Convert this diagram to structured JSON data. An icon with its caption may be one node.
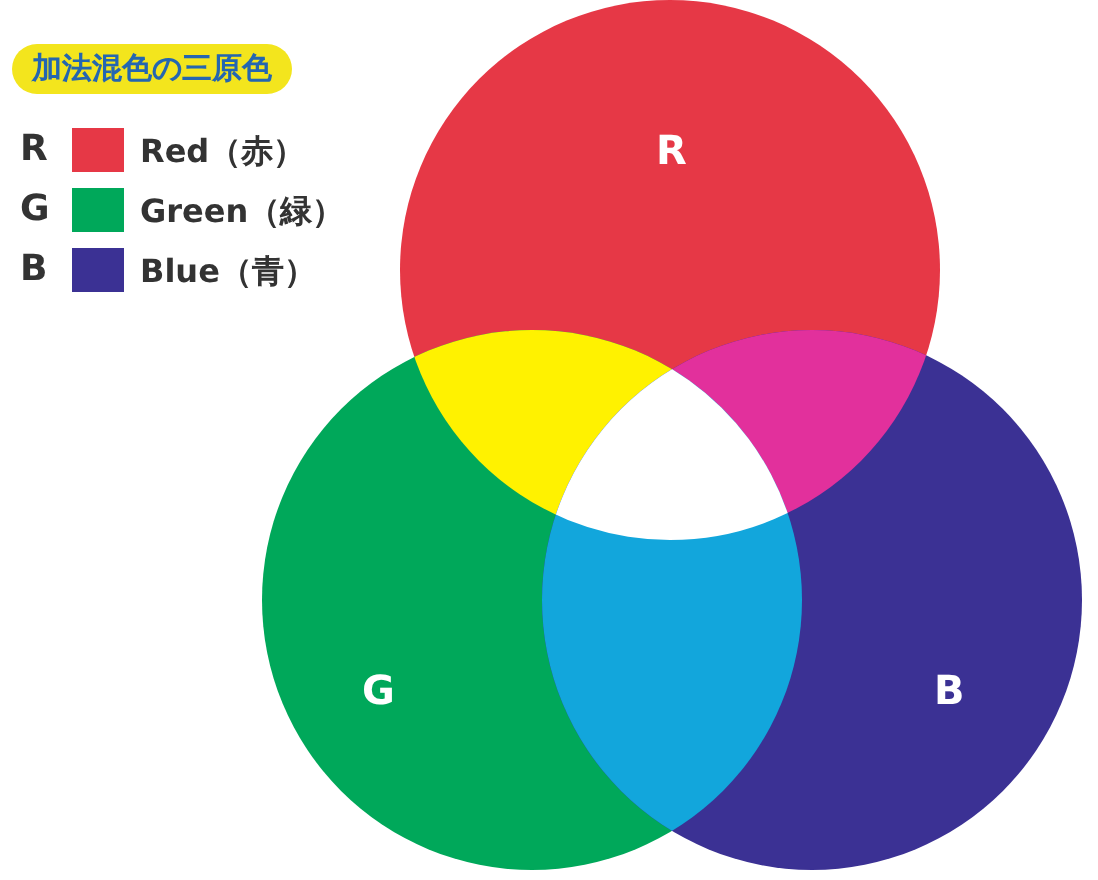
{
  "diagram": {
    "title": "加法混色の三原色",
    "nodes": [
      {
        "text": [
          "R"
        ]
      },
      {
        "text": [
          "G"
        ]
      },
      {
        "text": [
          "B"
        ]
      }
    ],
    "labels": [
      "R",
      "G",
      "B"
    ],
    "legend": [
      {
        "text": "Red（赤）",
        "color": "#e63846"
      },
      {
        "text": "Green（緑）",
        "color": "#00a85a"
      },
      {
        "text": "Blue（青）",
        "color": "#3b3194"
      }
    ]
  }
}
